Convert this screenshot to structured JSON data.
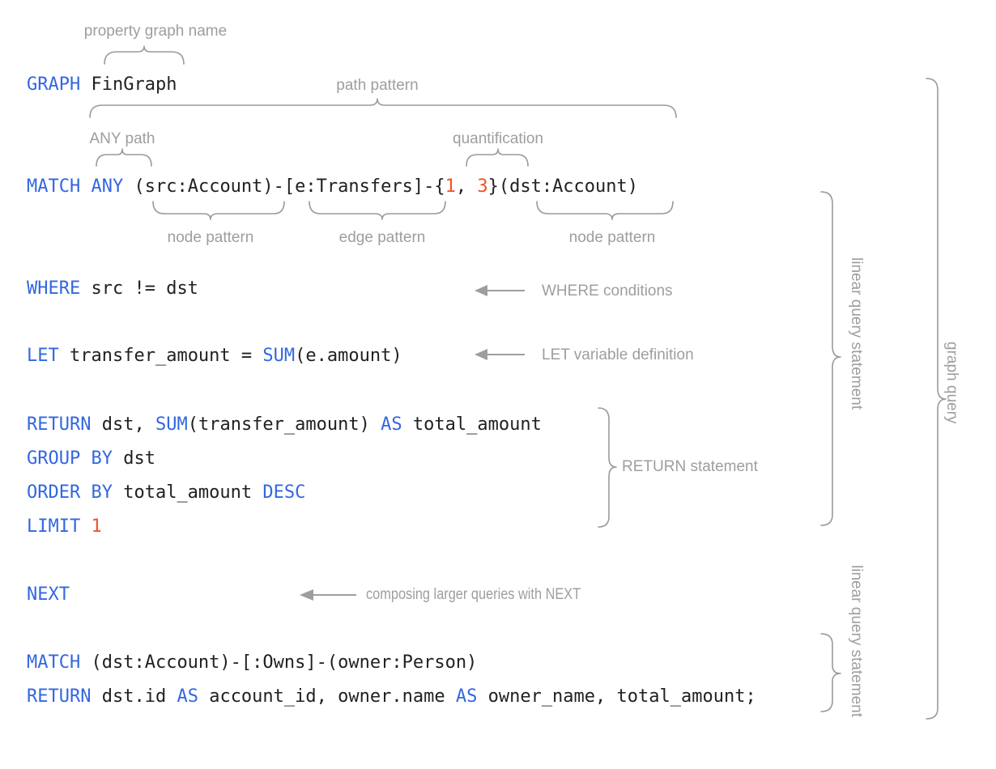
{
  "meta": {
    "title": "GQL graph query anatomy diagram",
    "colors": {
      "keyword": "#3367e0",
      "literal": "#ef5422",
      "code_text": "#212121",
      "annotation": "#9e9e9e",
      "brace": "#8a8a8a",
      "background": "#ffffff"
    }
  },
  "code": {
    "lines": [
      {
        "id": "line-graph",
        "tokens": [
          {
            "t": "GRAPH",
            "c": "kw"
          },
          {
            "t": " FinGraph",
            "c": "pl"
          }
        ]
      },
      {
        "id": "line-match",
        "tokens": [
          {
            "t": "MATCH",
            "c": "kw"
          },
          {
            "t": " ",
            "c": "pl"
          },
          {
            "t": "ANY",
            "c": "kw"
          },
          {
            "t": " (src:Account)-[e:Transfers]-{",
            "c": "pl"
          },
          {
            "t": "1",
            "c": "num"
          },
          {
            "t": ", ",
            "c": "pl"
          },
          {
            "t": "3",
            "c": "num"
          },
          {
            "t": "}(dst:Account)",
            "c": "pl"
          }
        ]
      },
      {
        "id": "line-where",
        "tokens": [
          {
            "t": "WHERE",
            "c": "kw"
          },
          {
            "t": " src != dst",
            "c": "pl"
          }
        ]
      },
      {
        "id": "line-let",
        "tokens": [
          {
            "t": "LET",
            "c": "kw"
          },
          {
            "t": " transfer_amount = ",
            "c": "pl"
          },
          {
            "t": "SUM",
            "c": "kw"
          },
          {
            "t": "(e.amount)",
            "c": "pl"
          }
        ]
      },
      {
        "id": "line-return",
        "tokens": [
          {
            "t": "RETURN",
            "c": "kw"
          },
          {
            "t": " dst, ",
            "c": "pl"
          },
          {
            "t": "SUM",
            "c": "kw"
          },
          {
            "t": "(transfer_amount) ",
            "c": "pl"
          },
          {
            "t": "AS",
            "c": "kw"
          },
          {
            "t": " total_amount",
            "c": "pl"
          }
        ]
      },
      {
        "id": "line-groupby",
        "tokens": [
          {
            "t": "GROUP BY",
            "c": "kw"
          },
          {
            "t": " dst",
            "c": "pl"
          }
        ]
      },
      {
        "id": "line-orderby",
        "tokens": [
          {
            "t": "ORDER BY",
            "c": "kw"
          },
          {
            "t": " total_amount ",
            "c": "pl"
          },
          {
            "t": "DESC",
            "c": "kw"
          }
        ]
      },
      {
        "id": "line-limit",
        "tokens": [
          {
            "t": "LIMIT",
            "c": "kw"
          },
          {
            "t": " ",
            "c": "pl"
          },
          {
            "t": "1",
            "c": "num"
          }
        ]
      },
      {
        "id": "line-next",
        "tokens": [
          {
            "t": "NEXT",
            "c": "kw"
          }
        ]
      },
      {
        "id": "line-match2",
        "tokens": [
          {
            "t": "MATCH",
            "c": "kw"
          },
          {
            "t": " (dst:Account)-[:Owns]-(owner:Person)",
            "c": "pl"
          }
        ]
      },
      {
        "id": "line-return2",
        "tokens": [
          {
            "t": "RETURN",
            "c": "kw"
          },
          {
            "t": " dst.id ",
            "c": "pl"
          },
          {
            "t": "AS",
            "c": "kw"
          },
          {
            "t": " account_id, owner.name ",
            "c": "pl"
          },
          {
            "t": "AS",
            "c": "kw"
          },
          {
            "t": " owner_name, total_amount;",
            "c": "pl"
          }
        ]
      }
    ]
  },
  "annotations": {
    "property_graph_name": "property graph name",
    "path_pattern": "path pattern",
    "any_path": "ANY path",
    "quantification": "quantification",
    "node_pattern_src": "node pattern",
    "edge_pattern": "edge pattern",
    "node_pattern_dst": "node pattern",
    "where_conditions": "WHERE conditions",
    "let_variable_definition": "LET variable definition",
    "return_statement": "RETURN statement",
    "composing_with_next": "composing larger queries with NEXT",
    "linear_query_statement_1": "linear query statement",
    "linear_query_statement_2": "linear query statement",
    "graph_query": "graph query"
  }
}
